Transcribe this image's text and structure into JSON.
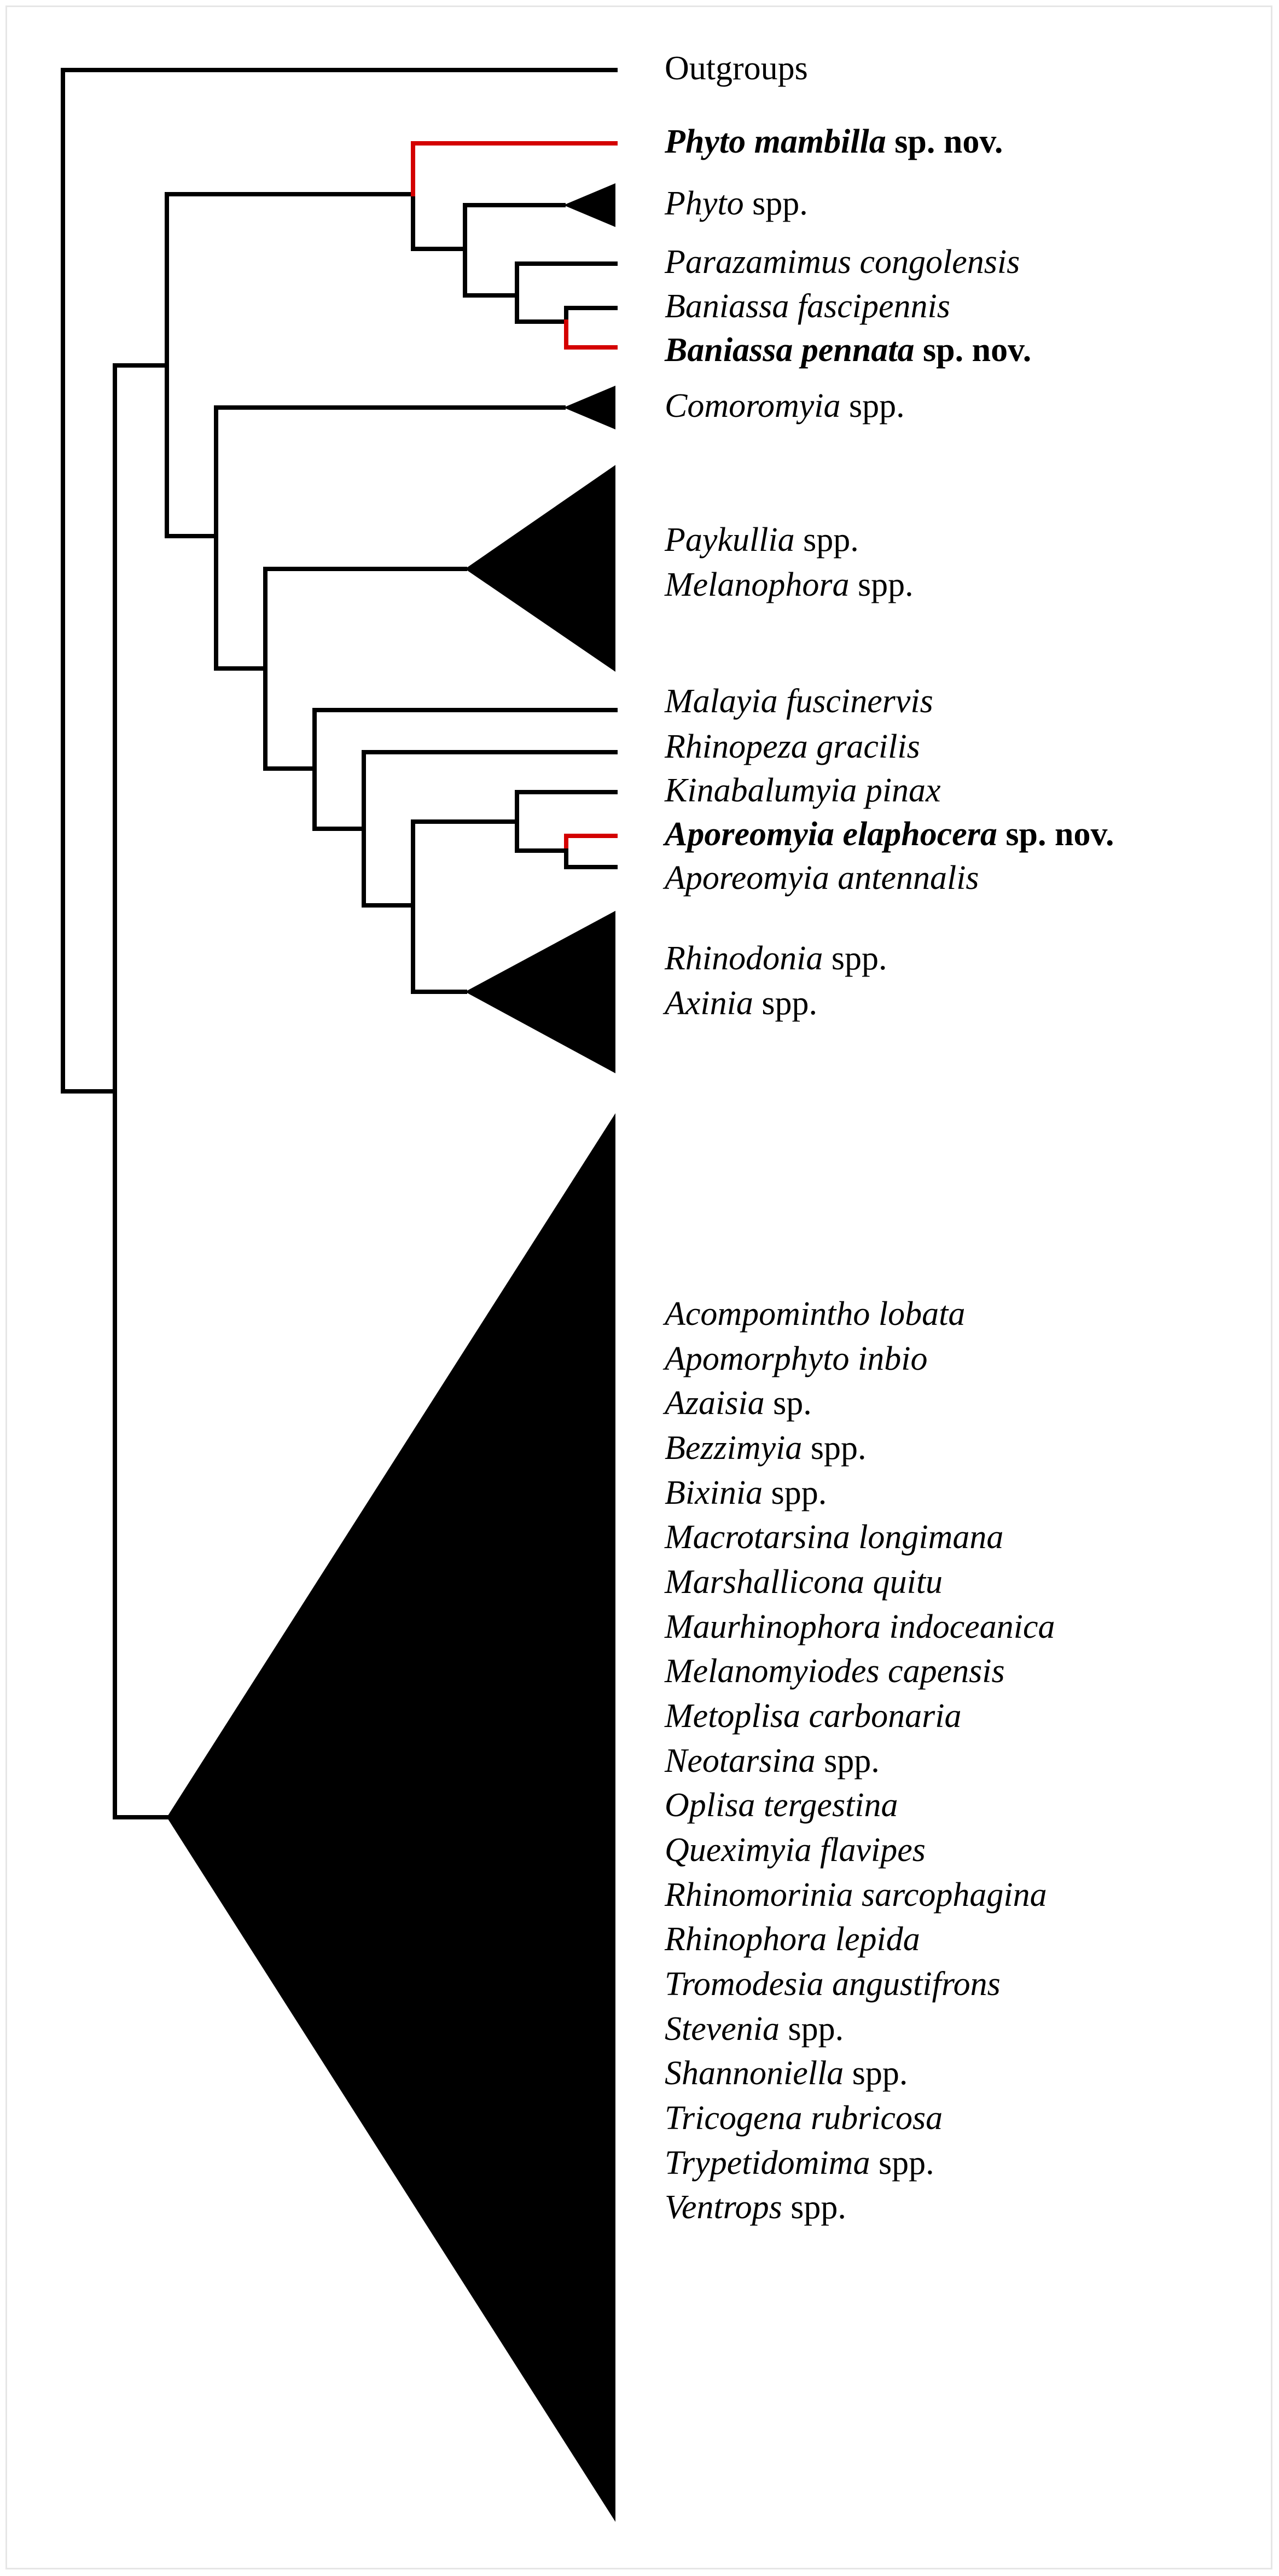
{
  "colors": {
    "branch": "#000000",
    "new_species_branch": "#d40000",
    "background": "#ffffff",
    "frame_border": "#e6e6e6"
  },
  "taxa": {
    "outgroups": {
      "text": "Outgroups",
      "italic": "",
      "bold": false
    },
    "phyto_mambilla": {
      "italic": "Phyto mambilla",
      "text": " sp. nov.",
      "bold": true
    },
    "phyto_spp": {
      "italic": "Phyto",
      "text": " spp.",
      "bold": false
    },
    "parazamimus": {
      "italic": "Parazamimus congolensis",
      "text": "",
      "bold": false
    },
    "baniassa_fascipennis": {
      "italic": "Baniassa fascipennis",
      "text": "",
      "bold": false
    },
    "baniassa_pennata": {
      "italic": "Baniassa pennata",
      "text": " sp. nov.",
      "bold": true
    },
    "comoromyia": {
      "italic": "Comoromyia",
      "text": " spp.",
      "bold": false
    },
    "paykullia": {
      "italic": "Paykullia",
      "text": " spp.",
      "bold": false
    },
    "melanophora": {
      "italic": "Melanophora",
      "text": " spp.",
      "bold": false
    },
    "malayia": {
      "italic": "Malayia fuscinervis",
      "text": "",
      "bold": false
    },
    "rhinopeza": {
      "italic": "Rhinopeza gracilis",
      "text": "",
      "bold": false
    },
    "kinabalumyia": {
      "italic": "Kinabalumyia pinax",
      "text": "",
      "bold": false
    },
    "aporeomyia_elaphocera": {
      "italic": "Aporeomyia elaphocera",
      "text": " sp. nov.",
      "bold": true
    },
    "aporeomyia_antennalis": {
      "italic": "Aporeomyia antennalis",
      "text": "",
      "bold": false
    },
    "rhinodonia": {
      "italic": "Rhinodonia",
      "text": " spp.",
      "bold": false
    },
    "axinia": {
      "italic": "Axinia",
      "text": " spp.",
      "bold": false
    }
  },
  "large_clade": [
    {
      "italic": "Acompomintho lobata",
      "text": ""
    },
    {
      "italic": "Apomorphyto inbio",
      "text": ""
    },
    {
      "italic": "Azaisia",
      "text": " sp."
    },
    {
      "italic": "Bezzimyia",
      "text": " spp."
    },
    {
      "italic": "Bixinia",
      "text": " spp."
    },
    {
      "italic": "Macrotarsina longimana",
      "text": ""
    },
    {
      "italic": "Marshallicona quitu",
      "text": ""
    },
    {
      "italic": "Maurhinophora indoceanica",
      "text": ""
    },
    {
      "italic": "Melanomyiodes capensis",
      "text": ""
    },
    {
      "italic": "Metoplisa carbonaria",
      "text": ""
    },
    {
      "italic": "Neotarsina",
      "text": " spp."
    },
    {
      "italic": "Oplisa tergestina",
      "text": ""
    },
    {
      "italic": "Queximyia flavipes",
      "text": ""
    },
    {
      "italic": "Rhinomorinia sarcophagina",
      "text": ""
    },
    {
      "italic": "Rhinophora lepida",
      "text": ""
    },
    {
      "italic": "Tromodesia angustifrons",
      "text": ""
    },
    {
      "italic": "Stevenia",
      "text": " spp."
    },
    {
      "italic": "Shannoniella",
      "text": " spp."
    },
    {
      "italic": "Tricogena rubricosa",
      "text": ""
    },
    {
      "italic": "Trypetidomima",
      "text": " spp."
    },
    {
      "italic": "Ventrops",
      "text": " spp."
    }
  ]
}
